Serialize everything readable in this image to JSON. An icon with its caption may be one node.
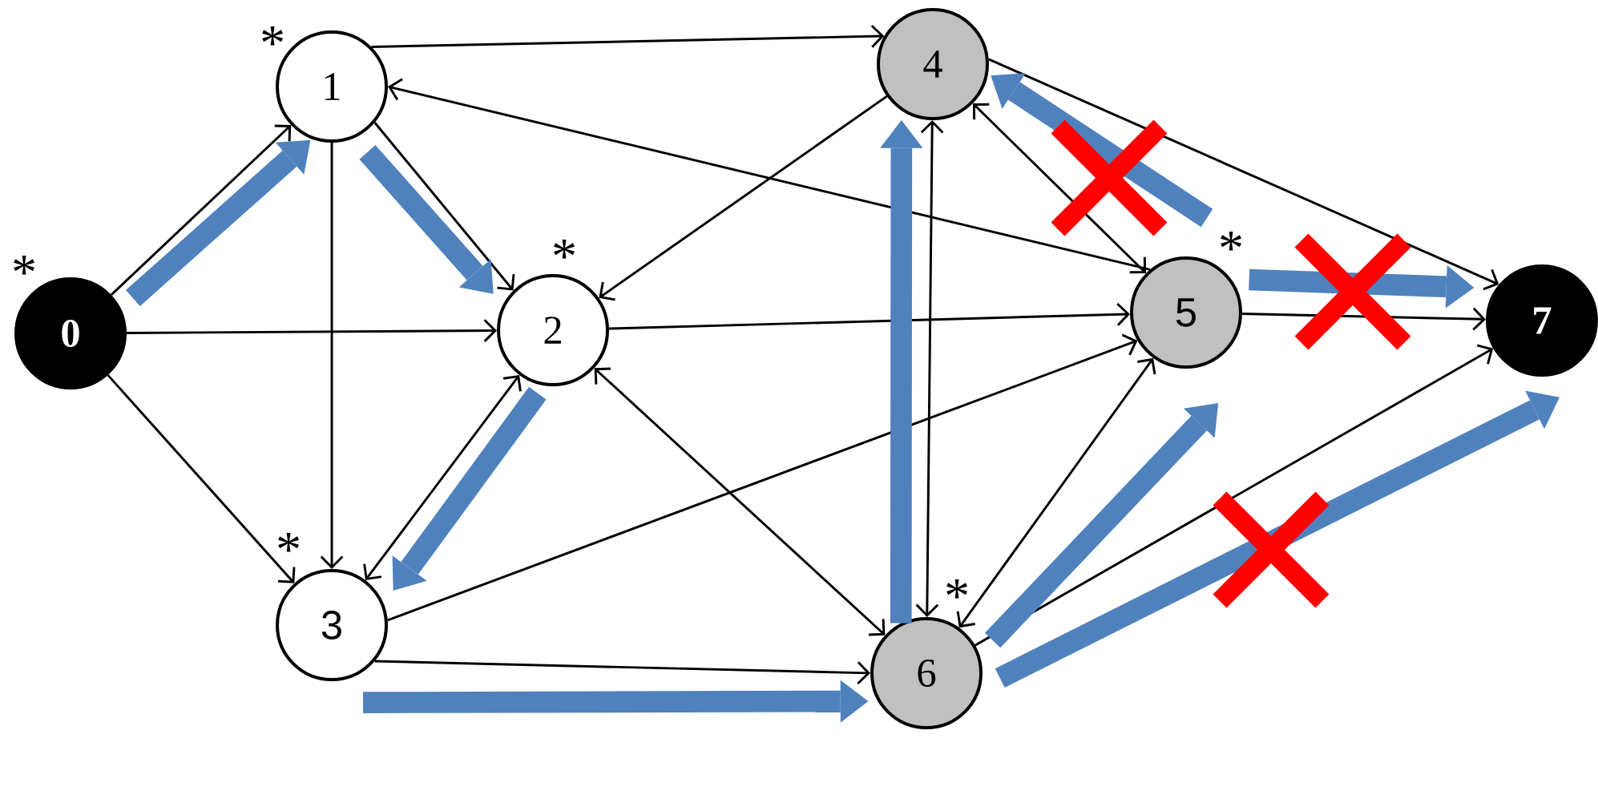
{
  "diagram": {
    "nodes": [
      {
        "text": [
          "0"
        ],
        "beside": [
          "*"
        ]
      },
      {
        "text": [
          "1"
        ],
        "beside": [
          "*"
        ]
      },
      {
        "text": [
          "2"
        ],
        "beside": [
          "*"
        ]
      },
      {
        "text": [
          "3"
        ],
        "beside": [
          "*"
        ]
      },
      {
        "text": [
          "4"
        ]
      },
      {
        "text": [
          "5"
        ],
        "beside": [
          "*"
        ]
      },
      {
        "text": [
          "6"
        ],
        "beside": [
          "*"
        ]
      },
      {
        "text": [
          "7"
        ]
      }
    ],
    "edges": [
      {
        "from": 0,
        "to": 1,
        "arrow": "to"
      },
      {
        "from": 0,
        "to": 2,
        "arrow": "to"
      },
      {
        "from": 0,
        "to": 3,
        "arrow": "to"
      },
      {
        "from": 1,
        "to": 4,
        "arrow": "to"
      },
      {
        "from": 1,
        "to": 2,
        "arrow": "to"
      },
      {
        "from": 1,
        "to": 3,
        "arrow": "to"
      },
      {
        "from": 5,
        "to": 1,
        "arrow": "to"
      },
      {
        "from": 4,
        "to": 2,
        "arrow": "to"
      },
      {
        "from": 2,
        "to": 5,
        "arrow": "to"
      },
      {
        "from": 2,
        "to": 3,
        "arrow": "both"
      },
      {
        "from": 2,
        "to": 6,
        "arrow": "both"
      },
      {
        "from": 3,
        "to": 5,
        "arrow": "to"
      },
      {
        "from": 3,
        "to": 6,
        "arrow": "to"
      },
      {
        "from": 4,
        "to": 6,
        "arrow": "both"
      },
      {
        "from": 4,
        "to": 5,
        "arrow": "both"
      },
      {
        "from": 4,
        "to": 7,
        "arrow": "to"
      },
      {
        "from": 5,
        "to": 7,
        "arrow": "to"
      },
      {
        "from": 6,
        "to": 5,
        "arrow": "both"
      },
      {
        "from": 6,
        "to": 7,
        "arrow": "to"
      },
      {
        "from": 0,
        "to": 1,
        "arrow": "to",
        "style": "thick",
        "color": "#4f81bd"
      },
      {
        "from": 1,
        "to": 2,
        "arrow": "to",
        "style": "thick",
        "color": "#4f81bd"
      },
      {
        "from": 2,
        "to": 3,
        "arrow": "to",
        "style": "thick",
        "color": "#4f81bd"
      },
      {
        "from": 3,
        "to": 6,
        "arrow": "to",
        "style": "thick",
        "color": "#4f81bd"
      },
      {
        "from": 6,
        "to": 4,
        "arrow": "to",
        "style": "thick",
        "color": "#4f81bd"
      },
      {
        "from": 5,
        "to": 4,
        "arrow": "to",
        "style": "thick",
        "color": "#4f81bd"
      },
      {
        "from": 5,
        "to": 7,
        "arrow": "to",
        "style": "thick",
        "color": "#4f81bd"
      },
      {
        "from": 6,
        "to": 5,
        "arrow": "to",
        "style": "thick",
        "color": "#4f81bd"
      },
      {
        "from": 6,
        "to": 7,
        "arrow": "to",
        "style": "thick",
        "color": "#4f81bd"
      }
    ]
  }
}
